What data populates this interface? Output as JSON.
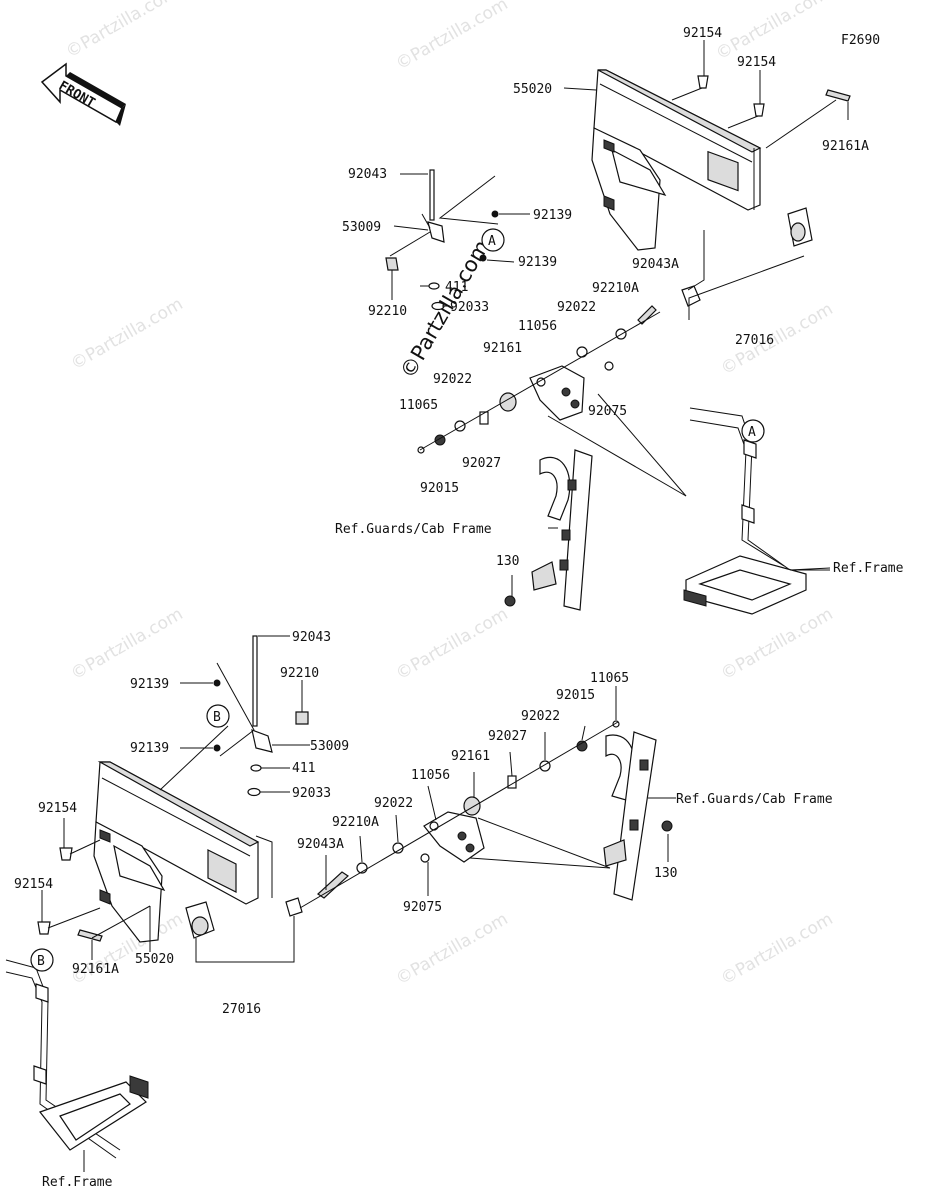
{
  "figure_code": "F2690",
  "front_label": "FRONT",
  "watermark": "©Partzilla.com",
  "callouts": {
    "a": "A",
    "b": "B"
  },
  "upper_labels": {
    "p92154_a": "92154",
    "p92154_b": "92154",
    "p55020": "55020",
    "p92161A": "92161A",
    "p92043": "92043",
    "p92139_a": "92139",
    "p53009": "53009",
    "p92139_b": "92139",
    "p92210": "92210",
    "p411": "411",
    "p92033": "92033",
    "p92043A": "92043A",
    "p92210A": "92210A",
    "p92022_a": "92022",
    "p11056": "11056",
    "p92161": "92161",
    "p27016": "27016",
    "p92022_b": "92022",
    "p11065": "11065",
    "p92075": "92075",
    "p92027": "92027",
    "p92015": "92015",
    "ref_guards": "Ref.Guards/Cab Frame",
    "p130": "130",
    "ref_frame": "Ref.Frame"
  },
  "lower_labels": {
    "p92043": "92043",
    "p92210": "92210",
    "p92139_a": "92139",
    "p53009": "53009",
    "p92139_b": "92139",
    "p411": "411",
    "p92033": "92033",
    "p11065": "11065",
    "p92015": "92015",
    "p92022_a": "92022",
    "p92027": "92027",
    "p92161": "92161",
    "p11056": "11056",
    "ref_guards": "Ref.Guards/Cab Frame",
    "p92154_a": "92154",
    "p92022_b": "92022",
    "p92210A": "92210A",
    "p92043A": "92043A",
    "p92075": "92075",
    "p130": "130",
    "p92154_b": "92154",
    "p92161A": "92161A",
    "p55020": "55020",
    "p27016": "27016",
    "ref_frame": "Ref.Frame"
  }
}
